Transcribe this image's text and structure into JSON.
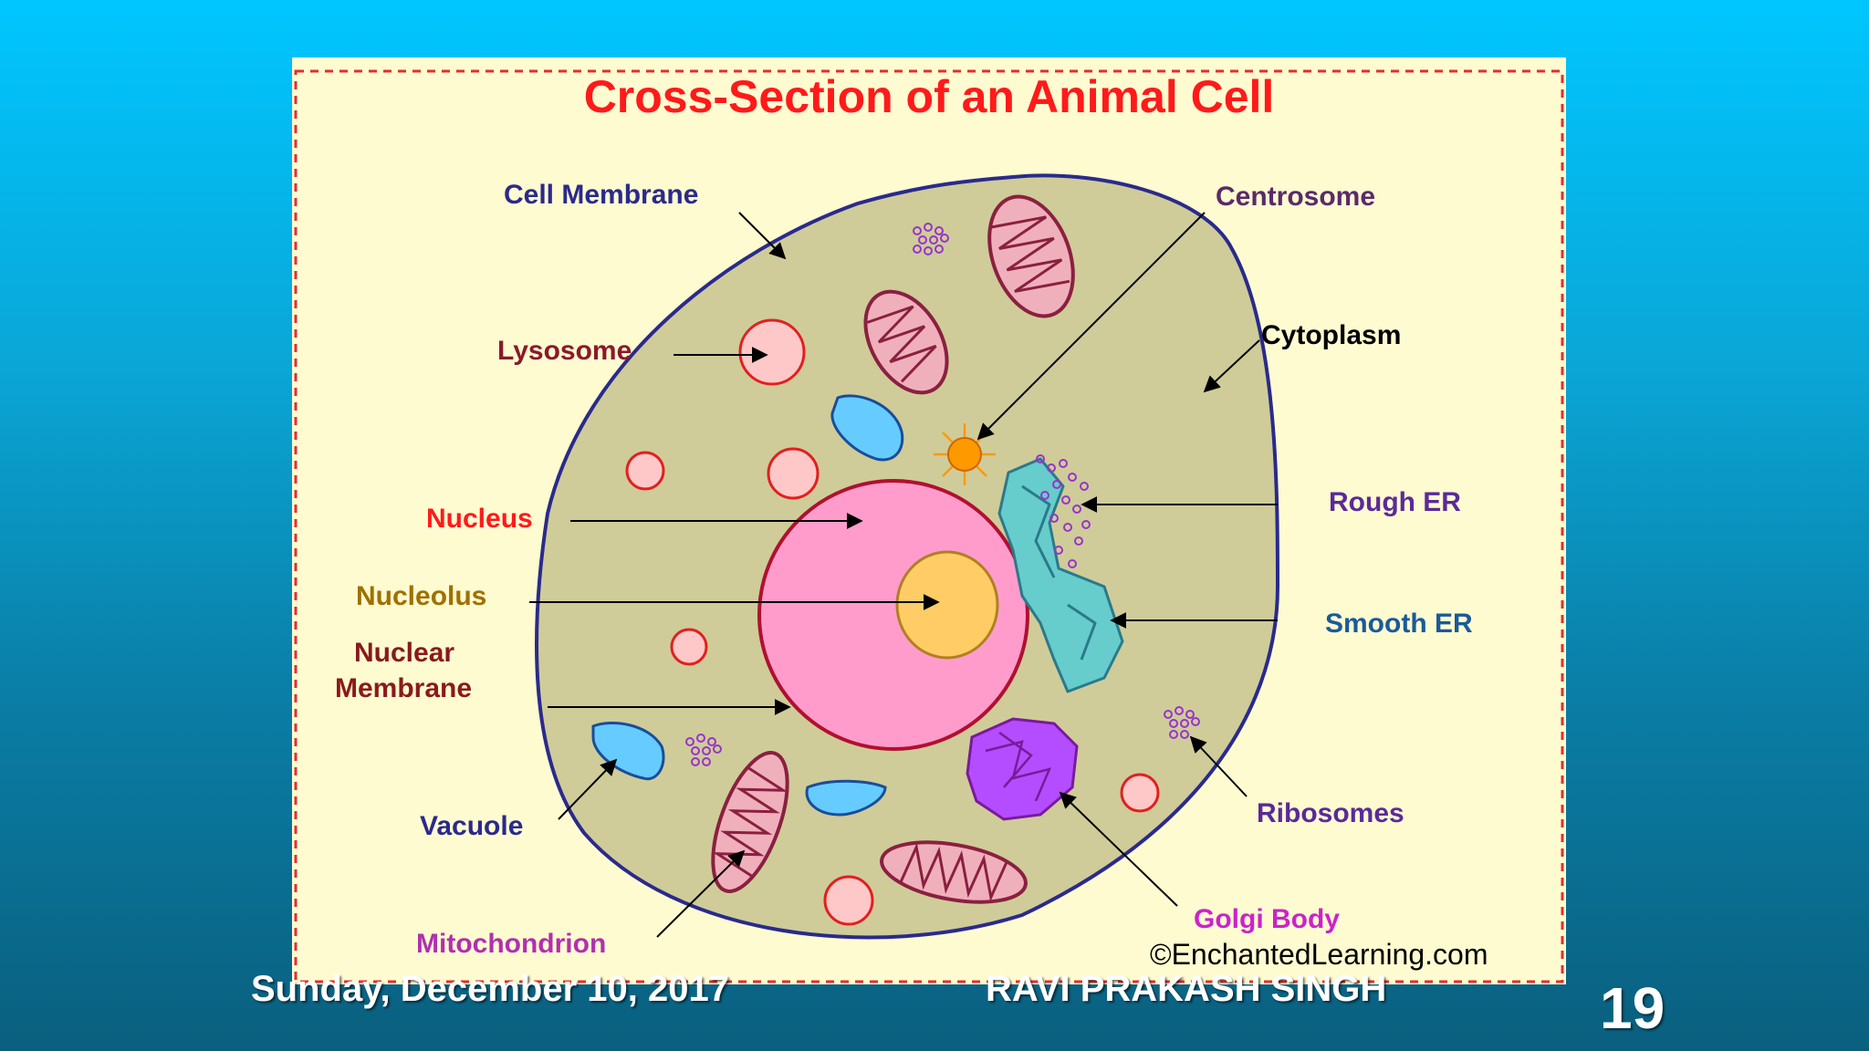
{
  "slide": {
    "title": "Cross-Section of an Animal Cell",
    "copyright": "©EnchantedLearning.com",
    "footer_date": "Sunday, December 10, 2017",
    "footer_author": "RAVI PRAKASH SINGH",
    "page_number": "19"
  },
  "labels": {
    "cell_membrane": "Cell Membrane",
    "centrosome": "Centrosome",
    "lysosome": "Lysosome",
    "cytoplasm": "Cytoplasm",
    "nucleus": "Nucleus",
    "rough_er": "Rough ER",
    "nucleolus": "Nucleolus",
    "smooth_er": "Smooth ER",
    "nuclear_membrane_line1": "Nuclear",
    "nuclear_membrane_line2": "Membrane",
    "vacuole": "Vacuole",
    "ribosomes": "Ribosomes",
    "mitochondrion": "Mitochondrion",
    "golgi_body": "Golgi Body"
  },
  "colors": {
    "background_top": "#00c6ff",
    "panel": "#fffbd1",
    "title": "#ff1a1a",
    "cytoplasm": "#cfcc99",
    "membrane": "#2a2a8c",
    "nucleus": "#ff9ccc",
    "nucleolus": "#ffcc66",
    "lysosome": "#ffc8c8",
    "vacuole": "#66ccff",
    "golgi": "#b34dff",
    "smooth_er": "#66cccc",
    "ribosome": "#9933cc",
    "centrosome": "#ff9900",
    "mitochondrion": "#cc6677"
  }
}
